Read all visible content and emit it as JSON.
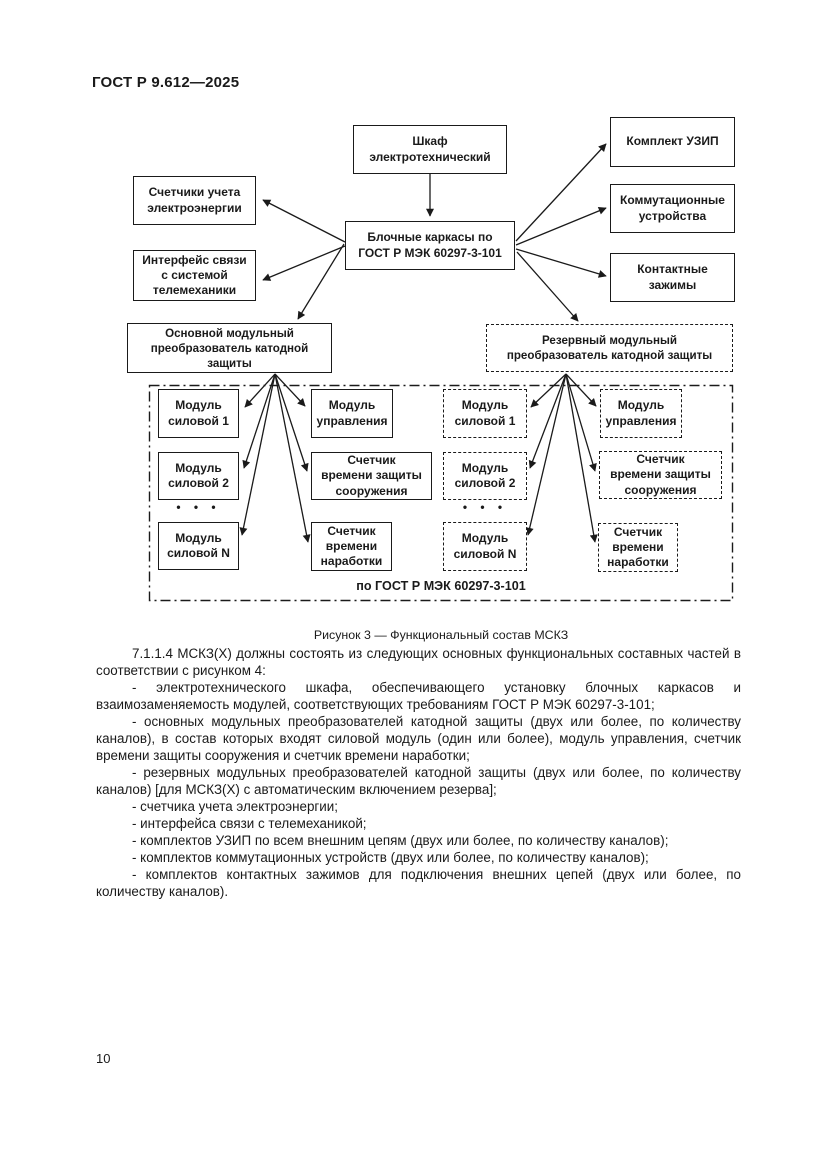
{
  "page": {
    "header": "ГОСТ Р 9.612—2025",
    "number": "10"
  },
  "figure": {
    "caption": "Рисунок 3 — Функциональный состав МСКЗ",
    "frame_note": "по ГОСТ Р МЭК 60297-3-101",
    "ellipsis": "• • •",
    "boxes": {
      "cabinet": "Шкаф\nэлектротехнический",
      "uzip_kit": "Комплект УЗИП",
      "energy_meters": "Счетчики учета\nэлектроэнергии",
      "block_frames": "Блочные каркасы по\nГОСТ Р МЭК 60297-3-101",
      "switching_devices": "Коммутационные\nустройства",
      "telemetry_interface": "Интерфейс связи\nс системой\nтелемеханики",
      "contact_terminals": "Контактные\nзажимы",
      "main_converter": "Основной модульный\nпреобразователь катодной защиты",
      "reserve_converter": "Резервный модульный\nпреобразователь катодной защиты",
      "power_module_1": "Модуль\nсиловой 1",
      "control_module": "Модуль\nуправления",
      "power_module_2": "Модуль\nсиловой 2",
      "protection_time_counter": "Счетчик\nвремени защиты\nсооружения",
      "power_module_n": "Модуль\nсиловой N",
      "operating_time_counter": "Счетчик\nвремени\nнаработки"
    }
  },
  "body": {
    "intro": "7.1.1.4 МСКЗ(Х) должны состоять из следующих основных функциональных составных частей в соответствии с рисунком 4:",
    "items": [
      "- электротехнического шкафа, обеспечивающего установку блочных каркасов и взаимозаменяемость модулей, соответствующих требованиям ГОСТ Р МЭК 60297-3-101;",
      "- основных модульных преобразователей катодной защиты (двух или более, по количеству каналов), в состав которых входят силовой модуль (один или более), модуль управления, счетчик времени защиты сооружения и счетчик времени наработки;",
      "- резервных модульных преобразователей катодной защиты (двух или более, по количеству каналов) [для МСКЗ(Х) с автоматическим включением резерва];",
      "- счетчика учета электроэнергии;",
      "- интерфейса связи с телемеханикой;",
      "- комплектов УЗИП по всем внешним цепям (двух или более, по количеству каналов);",
      "- комплектов коммутационных устройств (двух или более, по количеству каналов);",
      "- комплектов контактных зажимов для подключения внешних цепей (двух или более, по количеству каналов)."
    ]
  }
}
